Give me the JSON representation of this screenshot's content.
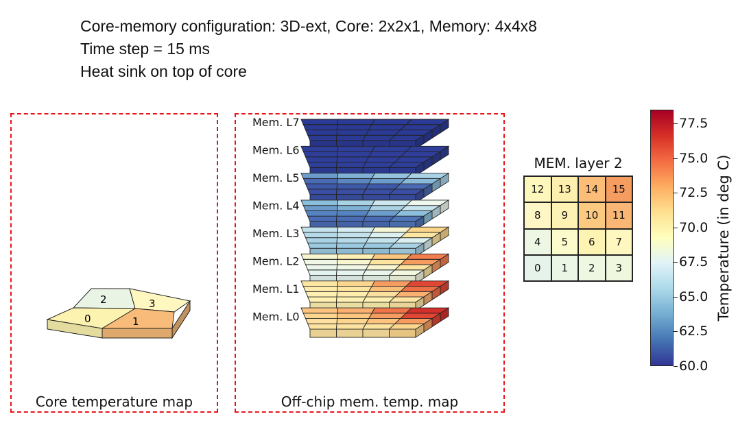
{
  "header": {
    "line1": "Core-memory configuration: 3D-ext, Core: 2x2x1, Memory: 4x4x8",
    "line2": "Time step = 15 ms",
    "line3": "Heat sink on top of core"
  },
  "core_panel": {
    "caption": "Core temperature map",
    "cells": [
      {
        "label": "0",
        "color": "#fdf3b0"
      },
      {
        "label": "1",
        "color": "#f8bb79"
      },
      {
        "label": "2",
        "color": "#eaf4e4"
      },
      {
        "label": "3",
        "color": "#fef7c0"
      }
    ]
  },
  "memory_panel": {
    "caption": "Off-chip mem. temp. map",
    "layer_labels": [
      "Mem. L7",
      "Mem. L6",
      "Mem. L5",
      "Mem. L4",
      "Mem. L3",
      "Mem. L2",
      "Mem. L1",
      "Mem. L0"
    ],
    "layer_colors": [
      [
        "#2b3a95",
        "#2b3a95",
        "#2b3a95",
        "#2b3a95",
        "#2b3a95",
        "#2b3a95",
        "#2b3a95",
        "#2b3a95",
        "#2b3a95",
        "#2b3a95",
        "#2b3a95",
        "#2b3a95",
        "#2b3a95",
        "#2b3a95",
        "#2b3a95",
        "#2b3a95"
      ],
      [
        "#2e3e99",
        "#2e3e99",
        "#2e3e99",
        "#2e3e99",
        "#2e3e99",
        "#2e3e99",
        "#2e3e99",
        "#2e3e99",
        "#2e3e99",
        "#2e3e99",
        "#2e3e99",
        "#2e3e99",
        "#2e3e99",
        "#2e3e99",
        "#2e3e99",
        "#2e3e99"
      ],
      [
        "#3a4fa3",
        "#3a4fa3",
        "#3a4fa3",
        "#3a4fa3",
        "#3e59aa",
        "#3e59aa",
        "#3e59aa",
        "#4a6bb3",
        "#4a6bb3",
        "#5c86c0",
        "#6c9ccb",
        "#8bb9da",
        "#6c9ccb",
        "#7fb0d5",
        "#96c4df",
        "#a9d2e5"
      ],
      [
        "#4a6cb4",
        "#4a6cb4",
        "#4a6cb4",
        "#4f76b9",
        "#5583bf",
        "#5583bf",
        "#6c9ccb",
        "#8bbfdb",
        "#6c9ccb",
        "#7fb0d5",
        "#a9d2e5",
        "#c7e4ee",
        "#8bbfdb",
        "#a9d2e5",
        "#cde7ef",
        "#eef8ee"
      ],
      [
        "#9bc9e0",
        "#9bc9e0",
        "#9bc9e0",
        "#a9d2e5",
        "#a9d2e5",
        "#b5dae9",
        "#c4e2ec",
        "#dcf0f0",
        "#b5dae9",
        "#c4e2ec",
        "#dcf0f0",
        "#fde5a2",
        "#c4e2ec",
        "#d6ecf0",
        "#f4f6d6",
        "#fbd58a"
      ],
      [
        "#e2f3f0",
        "#e5f4ee",
        "#eaf6ec",
        "#f2f8df",
        "#eaf6ec",
        "#f0f7e4",
        "#f8f6d0",
        "#fde3a0",
        "#f0f7e4",
        "#f8f6d0",
        "#fde3a0",
        "#f69c61",
        "#f8f6d0",
        "#fef0b4",
        "#fbc77f",
        "#f37e4e"
      ],
      [
        "#fdf0b0",
        "#fdf0b0",
        "#fdf0b0",
        "#fde6a4",
        "#fdf0b0",
        "#fdecab",
        "#fde0a0",
        "#f9b070",
        "#fdecab",
        "#fde5a2",
        "#f9c07c",
        "#ed6f48",
        "#fde5a2",
        "#fcd58e",
        "#f69c61",
        "#e04633"
      ],
      [
        "#fde3a0",
        "#fde3a0",
        "#fde3a0",
        "#fcd58e",
        "#fde0a0",
        "#fcd58e",
        "#fcc47f",
        "#f69c61",
        "#fcd58e",
        "#fbc77f",
        "#f69c61",
        "#e04633",
        "#fcc47f",
        "#f9b070",
        "#ef7548",
        "#d42f2a"
      ]
    ]
  },
  "layer2_grid": {
    "title": "MEM. layer 2",
    "rows": [
      [
        {
          "label": "12",
          "color": "#fef7bb"
        },
        {
          "label": "13",
          "color": "#fdefae"
        },
        {
          "label": "14",
          "color": "#fbbd78"
        },
        {
          "label": "15",
          "color": "#f59c61"
        }
      ],
      [
        {
          "label": "8",
          "color": "#fef7c5"
        },
        {
          "label": "9",
          "color": "#fdf1b4"
        },
        {
          "label": "10",
          "color": "#fbc97f"
        },
        {
          "label": "11",
          "color": "#f9b675"
        }
      ],
      [
        {
          "label": "4",
          "color": "#eef7e4"
        },
        {
          "label": "5",
          "color": "#fbfbcb"
        },
        {
          "label": "6",
          "color": "#fdf3b2"
        },
        {
          "label": "7",
          "color": "#fef7c0"
        }
      ],
      [
        {
          "label": "0",
          "color": "#e5f3ea"
        },
        {
          "label": "1",
          "color": "#ebf6e6"
        },
        {
          "label": "2",
          "color": "#eef7e2"
        },
        {
          "label": "3",
          "color": "#f0f7df"
        }
      ]
    ]
  },
  "colorbar": {
    "label": "Temperature (in deg C)",
    "min": 60.0,
    "max": 78.5,
    "ticks": [
      "60.0",
      "62.5",
      "65.0",
      "67.5",
      "70.0",
      "72.5",
      "75.0",
      "77.5"
    ],
    "tick_values": [
      60.0,
      62.5,
      65.0,
      67.5,
      70.0,
      72.5,
      75.0,
      77.5
    ],
    "gradient_colors": [
      "#313695",
      "#4575b4",
      "#74add1",
      "#abd9e9",
      "#e0f3f8",
      "#ffffbf",
      "#fee090",
      "#fdae61",
      "#f46d43",
      "#d73027",
      "#a50026"
    ]
  }
}
